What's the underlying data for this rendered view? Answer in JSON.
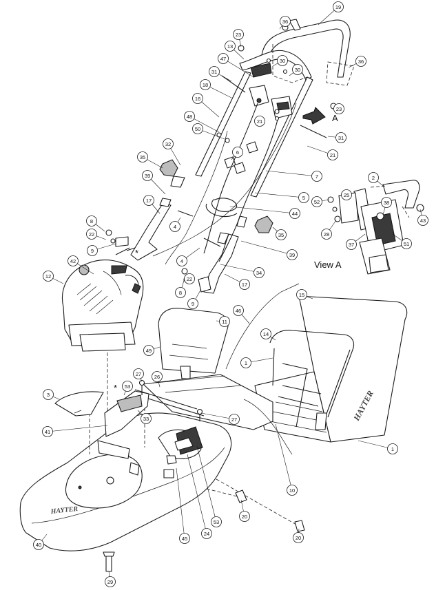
{
  "diagram": {
    "view_label": "View A",
    "arrow_label": "A",
    "asterisk": "*",
    "brand_deck": "HAYTER",
    "brand_bag": "HAYTER",
    "callouts": [
      {
        "n": "19"
      },
      {
        "n": "36"
      },
      {
        "n": "23"
      },
      {
        "n": "13"
      },
      {
        "n": "30"
      },
      {
        "n": "30"
      },
      {
        "n": "36"
      },
      {
        "n": "47"
      },
      {
        "n": "31"
      },
      {
        "n": "23"
      },
      {
        "n": "18"
      },
      {
        "n": "21"
      },
      {
        "n": "16"
      },
      {
        "n": "48"
      },
      {
        "n": "31"
      },
      {
        "n": "50"
      },
      {
        "n": "21"
      },
      {
        "n": "6"
      },
      {
        "n": "32"
      },
      {
        "n": "35"
      },
      {
        "n": "7"
      },
      {
        "n": "39"
      },
      {
        "n": "5"
      },
      {
        "n": "17"
      },
      {
        "n": "44"
      },
      {
        "n": "8"
      },
      {
        "n": "22"
      },
      {
        "n": "35"
      },
      {
        "n": "4"
      },
      {
        "n": "9"
      },
      {
        "n": "39"
      },
      {
        "n": "4"
      },
      {
        "n": "42"
      },
      {
        "n": "34"
      },
      {
        "n": "12"
      },
      {
        "n": "17"
      },
      {
        "n": "8"
      },
      {
        "n": "22"
      },
      {
        "n": "9"
      },
      {
        "n": "2"
      },
      {
        "n": "25"
      },
      {
        "n": "52"
      },
      {
        "n": "38"
      },
      {
        "n": "43"
      },
      {
        "n": "28"
      },
      {
        "n": "37"
      },
      {
        "n": "51"
      },
      {
        "n": "15"
      },
      {
        "n": "46"
      },
      {
        "n": "11"
      },
      {
        "n": "14"
      },
      {
        "n": "49"
      },
      {
        "n": "1"
      },
      {
        "n": "27"
      },
      {
        "n": "26"
      },
      {
        "n": "53"
      },
      {
        "n": "3"
      },
      {
        "n": "33"
      },
      {
        "n": "27"
      },
      {
        "n": "41"
      },
      {
        "n": "1"
      },
      {
        "n": "10"
      },
      {
        "n": "20"
      },
      {
        "n": "45"
      },
      {
        "n": "24"
      },
      {
        "n": "53"
      },
      {
        "n": "20"
      },
      {
        "n": "40"
      },
      {
        "n": "29"
      }
    ]
  }
}
